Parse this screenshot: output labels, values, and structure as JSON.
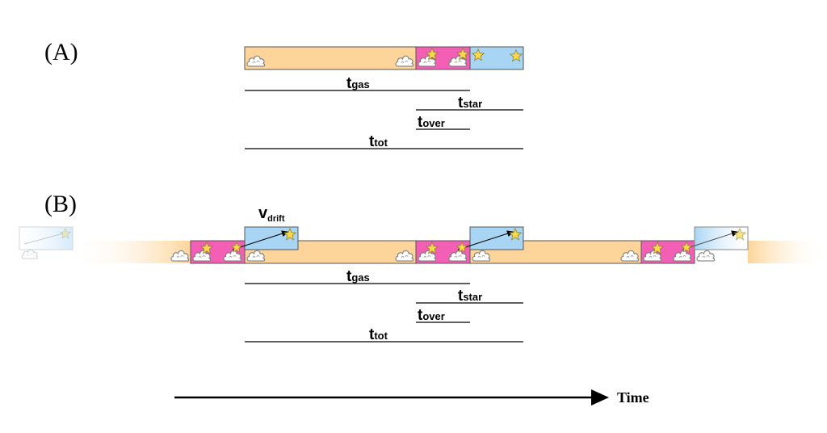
{
  "panels": {
    "a_label": "(A)",
    "b_label": "(B)"
  },
  "timescales": {
    "gas": {
      "t": "t",
      "sub": "gas"
    },
    "star": {
      "t": "t",
      "sub": "star"
    },
    "over": {
      "t": "t",
      "sub": "over"
    },
    "tot": {
      "t": "t",
      "sub": "tot"
    }
  },
  "drift": {
    "v": "v",
    "sub": "drift"
  },
  "axis": {
    "time_label": "Time"
  },
  "colors": {
    "gas_phase": "#fdd59a",
    "overlap_phase": "#f25fb5",
    "star_phase": "#a9d5f5",
    "star_fill": "#f8d94a",
    "cloud_fill": "#ffffff"
  }
}
